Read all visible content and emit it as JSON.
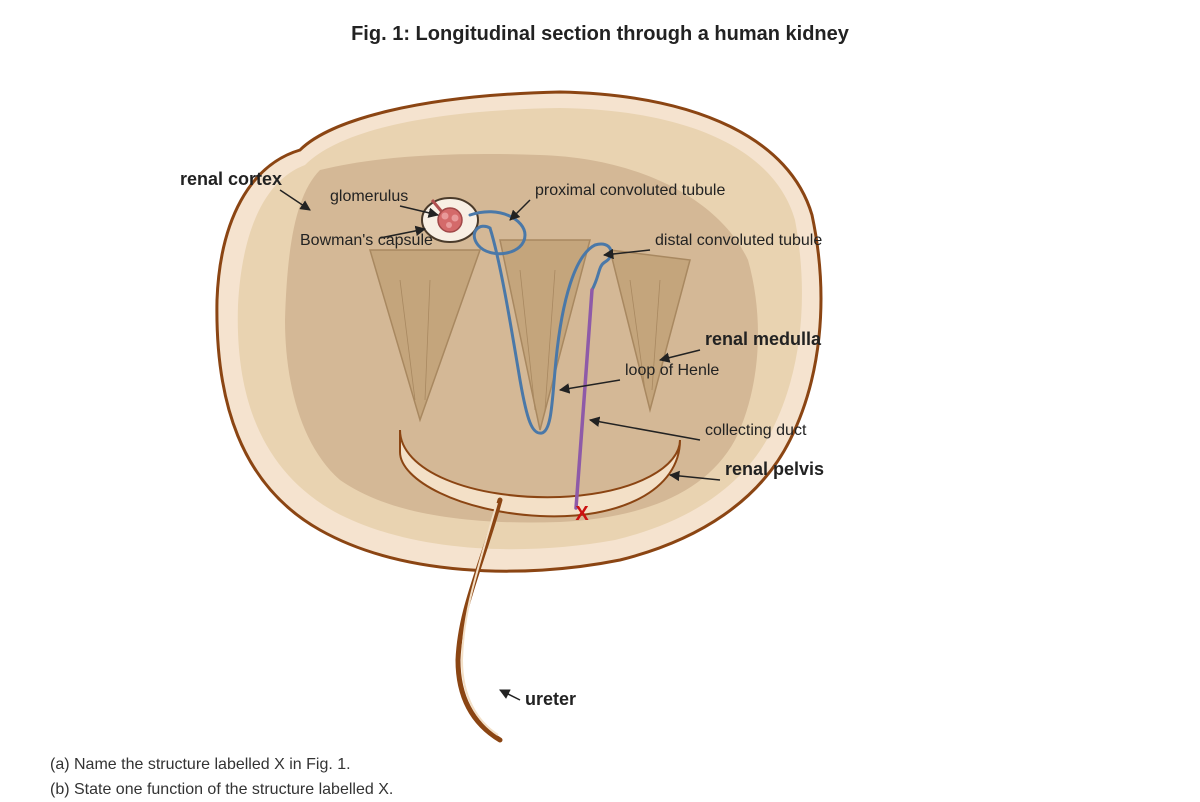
{
  "title": "Fig. 1: Longitudinal section through a human kidney",
  "labels": {
    "renal_cortex": "renal cortex",
    "glomerulus": "glomerulus",
    "bowmans_capsule": "Bowman's capsule",
    "proximal_convoluted_tubule": "proximal convoluted tubule",
    "distal_convoluted_tubule": "distal convoluted tubule",
    "renal_medulla": "renal medulla",
    "loop_of_henle": "loop of Henle",
    "collecting_duct": "collecting duct",
    "renal_pelvis": "renal pelvis",
    "ureter": "ureter",
    "x_marker": "X"
  },
  "questions": [
    "(a) Name the structure labelled X in Fig. 1.",
    "(b) State one function of the structure labelled X."
  ],
  "colors": {
    "capsule_outer": "#f5e3cf",
    "cortex": "#e9d3b1",
    "medulla": "#d4b896",
    "pyramid": "#c4a57c",
    "outline": "#8b4513",
    "tubule": "#4a78a8",
    "collecting_duct": "#8e5aa8",
    "glomerulus": "#d46a6a",
    "x_marker": "#cc1111"
  }
}
